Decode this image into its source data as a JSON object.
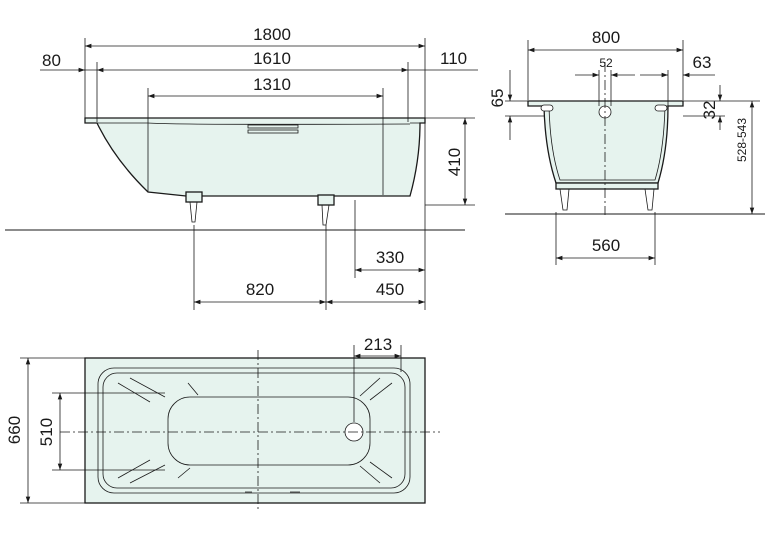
{
  "drawing": {
    "colors": {
      "line": "#1a1a1a",
      "fill": "#e6f3ee",
      "background": "#ffffff"
    },
    "side_view": {
      "total_length": "1800",
      "rim_length": "1610",
      "inner_length": "1310",
      "left_rim": "80",
      "right_rim": "110",
      "depth": "410",
      "leg_right_offset": "330",
      "leg_spacing": "820",
      "foot_right_offset": "450"
    },
    "end_view": {
      "width": "800",
      "drain_diameter": "52",
      "rim_offset": "63",
      "rim_depth": "65",
      "overflow_height": "32",
      "height_range": "528-543",
      "leg_width": "560"
    },
    "top_view": {
      "width": "660",
      "inner_width": "510",
      "drain_offset": "213"
    }
  }
}
